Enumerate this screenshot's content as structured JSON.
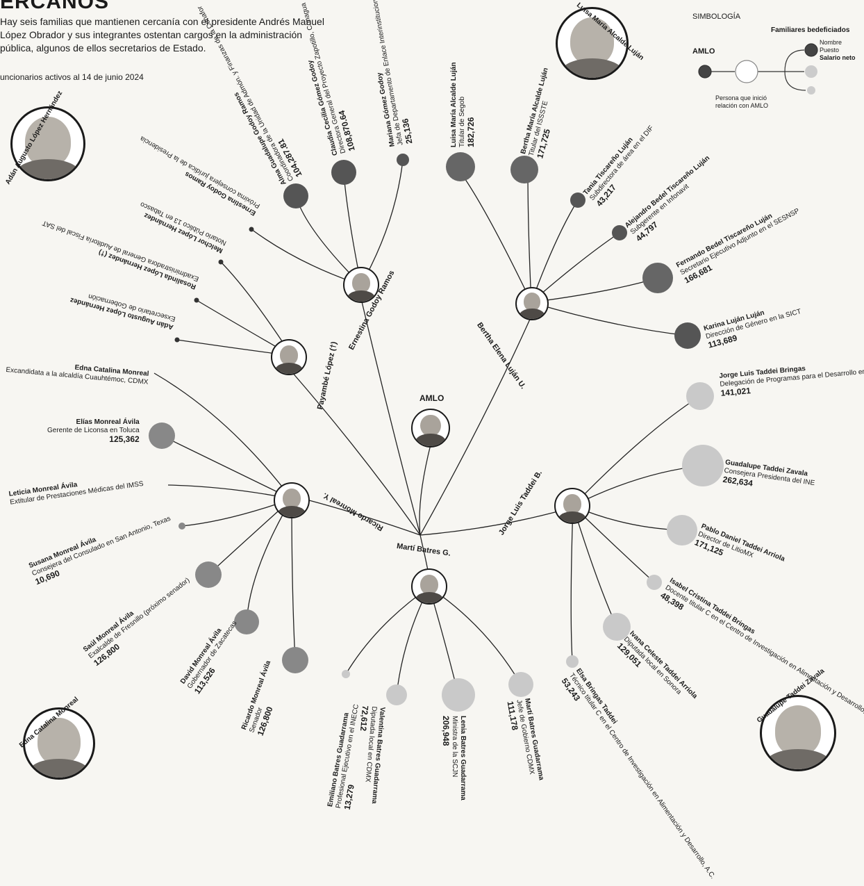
{
  "header": {
    "title": "ERCANOS",
    "intro": "Hay seis familias que mantienen cercanía con el presidente Andrés Manuel López Obrador y sus integrantes ostentan cargos en la administración pública, algunos de ellos secretarios de Estado.",
    "note": "uncionarios activos al 14 de junio 2024"
  },
  "legend": {
    "title": "SIMBOLOGÍA",
    "amlo": "AMLO",
    "family": "Familiares bedeficiados",
    "nombre": "Nombre",
    "puesto": "Puesto",
    "salario": "Salario neto",
    "persona": "Persona que inició",
    "persona2": "relación con AMLO"
  },
  "center": {
    "label": "AMLO"
  },
  "portraits": {
    "adan": "Adán Augusto López Hernández",
    "luisa": "Luisa María Alcalde Luján",
    "edna": "Edna Catalina Monreal",
    "guadalupe": "Guadalupe Taddei Zavala"
  },
  "families": [
    {
      "hub": "Ernestina Godoy Ramos",
      "members": [
        {
          "name": "Ernestina Godoy Ramos",
          "post": "Próxima consejera jurídica de la Presidencia",
          "salary": ""
        },
        {
          "name": "Alma Guadalupe Godoy Ramos",
          "post": "Coordinadora de la Unidad de Admón. y Finanzas de la Conafor",
          "salary": "104,287.81"
        },
        {
          "name": "Claudia Cecilia Gómez Godoy",
          "post": "Directora General del Proyecto Zapotillo, Conagua",
          "salary": "108,870.64"
        },
        {
          "name": "Mariana Gómez Godoy",
          "post": "Jefa de Departamento de Enlace Interinstitucional en Segob",
          "salary": "25,136"
        }
      ]
    },
    {
      "hub": "Bertha Elena Luján U.",
      "members": [
        {
          "name": "Luisa María Alcalde Luján",
          "post": "Titular de Segob",
          "salary": "182,726"
        },
        {
          "name": "Bertha María Alcalde Luján",
          "post": "Titular del ISSSTE",
          "salary": "171,725"
        },
        {
          "name": "Tania Tiscareño Luján",
          "post": "Subdirectora de área en el DIF",
          "salary": "43,217"
        },
        {
          "name": "Alejandro Bedel Tiscareño Luján",
          "post": "Subgerente en Infonavit",
          "salary": "44,797"
        },
        {
          "name": "Fernando Bedel Tiscareño Luján",
          "post": "Secretario Ejecutivo Adjunto en el SESNSP",
          "salary": "166,681"
        },
        {
          "name": "Karina Luján Luján",
          "post": "Dirección de Género en la SICT",
          "salary": "113,689"
        }
      ]
    },
    {
      "hub": "Payambé López (†)",
      "members": [
        {
          "name": "Melchor López Hernández",
          "post": "Notario Público 13 en Tabasco",
          "salary": ""
        },
        {
          "name": "Rosalinda López Hernández (†)",
          "post": "Exadministradora General de Auditoría Fiscal del SAT",
          "salary": ""
        },
        {
          "name": "Adán Augusto López Hernández",
          "post": "Exsecretario de Gobernación",
          "salary": ""
        }
      ]
    },
    {
      "hub": "Ricardo Monreal Y.",
      "members": [
        {
          "name": "Edna Catalina Monreal",
          "post": "Excandidata a la alcaldía Cuauhtémoc, CDMX",
          "salary": ""
        },
        {
          "name": "Elías Monreal Ávila",
          "post": "Gerente de Liconsa en Toluca",
          "salary": "125,362"
        },
        {
          "name": "Leticia Monreal Ávila",
          "post": "Extitular de Prestaciones Médicas del IMSS",
          "salary": ""
        },
        {
          "name": "Susana Monreal Ávila",
          "post": "Consejera del Consulado en San Antonio, Texas",
          "salary": "10,690"
        },
        {
          "name": "Saúl Monreal Ávila",
          "post": "Exalcalde de Fresnillo (próximo senador)",
          "salary": "126,800"
        },
        {
          "name": "David Monreal Ávila",
          "post": "Gobernador de Zacatecas",
          "salary": "113,526"
        },
        {
          "name": "Ricardo Monreal Ávila",
          "post": "Senador",
          "salary": "126,800"
        }
      ]
    },
    {
      "hub": "Jorge Luis Taddei B.",
      "members": [
        {
          "name": "Jorge Luis Taddei Bringas",
          "post": "Delegación de Programas para el Desarrollo en la Secretaría de Bienestar",
          "salary": "141,021"
        },
        {
          "name": "Guadalupe Taddei Zavala",
          "post": "Consejera Presidenta del INE",
          "salary": "262,634"
        },
        {
          "name": "Pablo Daniel Taddei Arriola",
          "post": "Director de LitioMX",
          "salary": "171,125"
        },
        {
          "name": "Isabel Cristina Taddei Bringas",
          "post": "Docente titular C en el Centro de Investigación en Alimentación y Desarrollo, A.C.",
          "salary": "48,398"
        },
        {
          "name": "Ivana Celeste Taddei Arriola",
          "post": "Diputada local en Sonora",
          "salary": "129,051"
        },
        {
          "name": "Elsa Bringas Taddei",
          "post": "Técnico titular C en el Centro de Investigación en Alimentación y Desarrollo, A.C.",
          "salary": "53,243"
        }
      ]
    },
    {
      "hub": "Martí Batres G.",
      "members": [
        {
          "name": "Emiliano Batres Guadarrama",
          "post": "Profesional Ejecutivo en el INECC",
          "salary": "13,279"
        },
        {
          "name": "Valentina Batres Guadarrama",
          "post": "Diputada local en CDMX",
          "salary": "72,612"
        },
        {
          "name": "Lenia Batres Guadarrama",
          "post": "Ministra de la SCJN",
          "salary": "206,948"
        },
        {
          "name": "Martí Batres Guadarrama",
          "post": "Jefe de Gobierno CDMX",
          "salary": "111,178"
        }
      ]
    }
  ]
}
